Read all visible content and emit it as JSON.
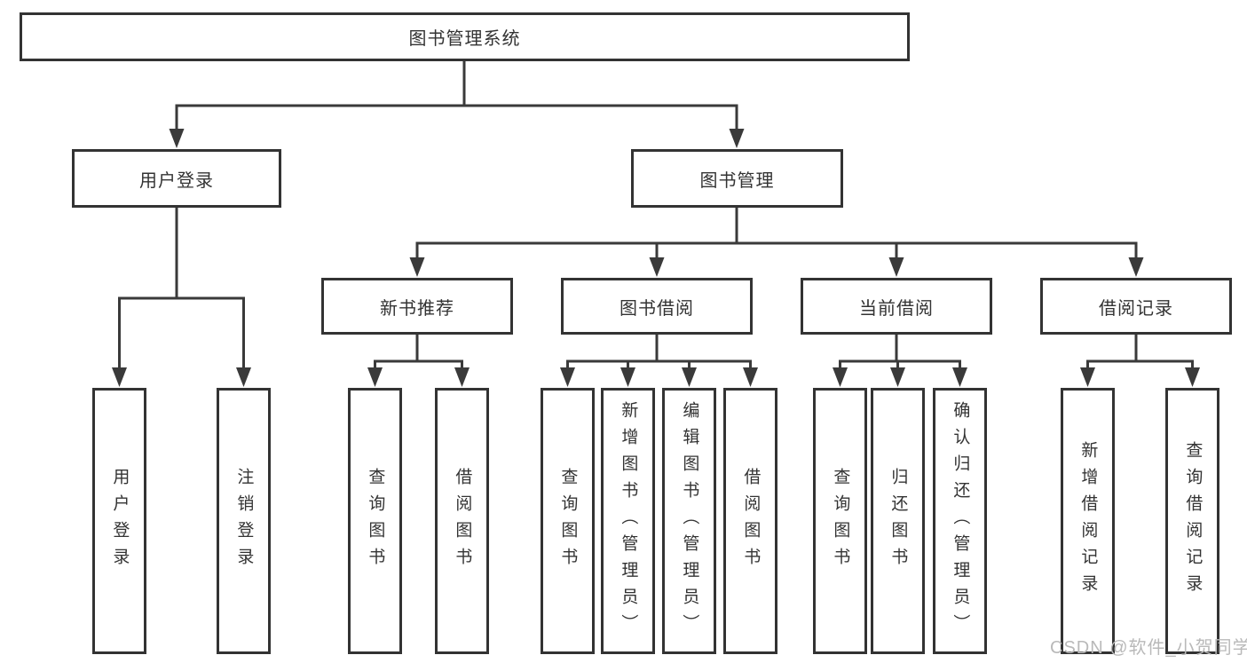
{
  "diagram": {
    "root": {
      "label": "图书管理系统"
    },
    "level2": [
      {
        "label": "用户登录"
      },
      {
        "label": "图书管理"
      }
    ],
    "level3": [
      {
        "label": "新书推荐"
      },
      {
        "label": "图书借阅"
      },
      {
        "label": "当前借阅"
      },
      {
        "label": "借阅记录"
      }
    ],
    "leaves": [
      {
        "label": "用户登录"
      },
      {
        "label": "注销登录"
      },
      {
        "label": "查询图书"
      },
      {
        "label": "借阅图书"
      },
      {
        "label": "查询图书"
      },
      {
        "label": "新增图书（管理员）"
      },
      {
        "label": "编辑图书（管理员）"
      },
      {
        "label": "借阅图书"
      },
      {
        "label": "查询图书"
      },
      {
        "label": "归还图书"
      },
      {
        "label": "确认归还（管理员）"
      },
      {
        "label": "新增借阅记录"
      },
      {
        "label": "查询借阅记录"
      }
    ]
  },
  "watermark": {
    "text": "CSDN @软件_小贺同学"
  },
  "colors": {
    "line": "#3a3a3a",
    "border": "#333333",
    "text": "#333333",
    "background": "#ffffff",
    "watermark": "#b9b9b9"
  }
}
